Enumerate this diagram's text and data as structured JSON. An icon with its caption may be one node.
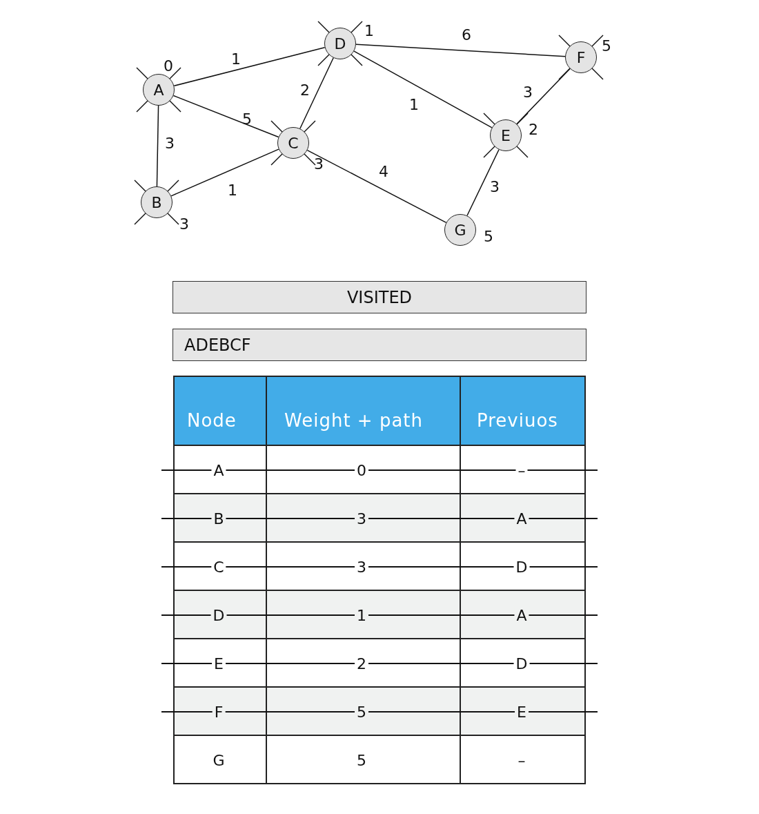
{
  "diagram": {
    "nodes": [
      {
        "text": [
          "A"
        ],
        "beside": [
          "0"
        ]
      },
      {
        "text": [
          "B"
        ],
        "beside": [
          "3"
        ]
      },
      {
        "text": [
          "C"
        ],
        "beside": [
          "3"
        ]
      },
      {
        "text": [
          "D"
        ],
        "beside": [
          "1"
        ]
      },
      {
        "text": [
          "E"
        ],
        "beside": [
          "2"
        ]
      },
      {
        "text": [
          "F"
        ],
        "beside": [
          "5"
        ]
      },
      {
        "text": [
          "G"
        ],
        "beside": [
          "5"
        ]
      },
      {
        "text": [
          "VISITED"
        ]
      },
      {
        "text": [
          "ADEBCF"
        ]
      }
    ],
    "edges": [
      {
        "from": 0,
        "to": 3,
        "arrow": "none",
        "label": "1"
      },
      {
        "from": 0,
        "to": 2,
        "arrow": "none",
        "label": "5"
      },
      {
        "from": 0,
        "to": 1,
        "arrow": "none",
        "label": "3"
      },
      {
        "from": 1,
        "to": 2,
        "arrow": "none",
        "label": "1"
      },
      {
        "from": 2,
        "to": 3,
        "arrow": "none",
        "label": "2"
      },
      {
        "from": 3,
        "to": 4,
        "arrow": "none",
        "label": "1"
      },
      {
        "from": 3,
        "to": 5,
        "arrow": "none",
        "label": "6"
      },
      {
        "from": 4,
        "to": 5,
        "arrow": "none",
        "label": "3"
      },
      {
        "from": 2,
        "to": 6,
        "arrow": "none",
        "label": "4"
      },
      {
        "from": 4,
        "to": 6,
        "arrow": "none",
        "label": "3"
      }
    ],
    "labels": [
      "Node",
      "Weight + path",
      "Previuos",
      "A",
      "0",
      "–",
      "B",
      "3",
      "A",
      "C",
      "3",
      "D",
      "D",
      "1",
      "A",
      "E",
      "2",
      "D",
      "F",
      "5",
      "E",
      "G",
      "5",
      "–"
    ]
  }
}
